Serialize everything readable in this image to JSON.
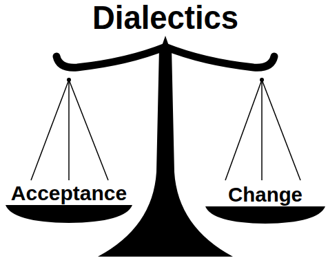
{
  "diagram": {
    "title": "Dialectics",
    "labels": [
      "Acceptance",
      "Change"
    ]
  }
}
